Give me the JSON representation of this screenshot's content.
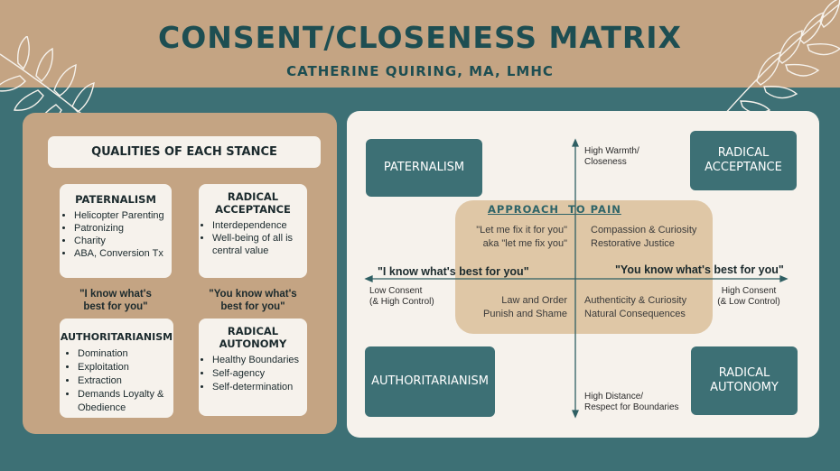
{
  "header": {
    "title": "CONSENT/CLOSENESS MATRIX",
    "subtitle": "CATHERINE QUIRING, MA, LMHC"
  },
  "qualities": {
    "title": "QUALITIES OF EACH STANCE",
    "paternalism": {
      "heading": "PATERNALISM",
      "items": [
        "Helicopter Parenting",
        "Patronizing",
        "Charity",
        "ABA, Conversion Tx"
      ]
    },
    "radical_acceptance": {
      "heading_line1": "RADICAL",
      "heading_line2": "ACCEPTANCE",
      "items": [
        "Interdependence",
        "Well-being of all is central value"
      ]
    },
    "quote_left_line1": "\"I know what's",
    "quote_left_line2": "best for you\"",
    "quote_right_line1": "\"You know what's",
    "quote_right_line2": "best for you\"",
    "authoritarianism": {
      "heading": "AUTHORITARIANISM",
      "items": [
        "Domination",
        "Exploitation",
        "Extraction",
        "Demands Loyalty & Obedience"
      ]
    },
    "radical_autonomy": {
      "heading_line1": "RADICAL",
      "heading_line2": "AUTONOMY",
      "items": [
        "Healthy Boundaries",
        "Self-agency",
        "Self-determination"
      ]
    }
  },
  "matrix": {
    "paternalism": "PATERNALISM",
    "radical_acceptance_line1": "RADICAL",
    "radical_acceptance_line2": "ACCEPTANCE",
    "authoritarianism": "AUTHORITARIANISM",
    "radical_autonomy_line1": "RADICAL",
    "radical_autonomy_line2": "AUTONOMY",
    "y_top_line1": "High Warmth/",
    "y_top_line2": "Closeness",
    "y_bottom_line1": "High Distance/",
    "y_bottom_line2": "Respect for Boundaries",
    "x_left_line1": "Low Consent",
    "x_left_line2": "(& High Control)",
    "x_right_line1": "High Consent",
    "x_right_line2": "(& Low Control)",
    "quote_left": "\"I know what's best for you\"",
    "quote_right": "\"You know what's best for you\"",
    "approach_title": "APPROACH  TO PAIN",
    "tl_line1": "\"Let me fix it for you\"",
    "tl_line2": "aka \"let me fix you\"",
    "tr_line1": "Compassion & Curiosity",
    "tr_line2": "Restorative Justice",
    "bl_line1": "Law and Order",
    "bl_line2": "Punish and Shame",
    "br_line1": "Authenticity & Curiosity",
    "br_line2": "Natural Consequences"
  },
  "colors": {
    "teal": "#3d7075",
    "tan": "#c4a483",
    "cream": "#f6f2ec",
    "dark_text": "#1d4e52"
  }
}
